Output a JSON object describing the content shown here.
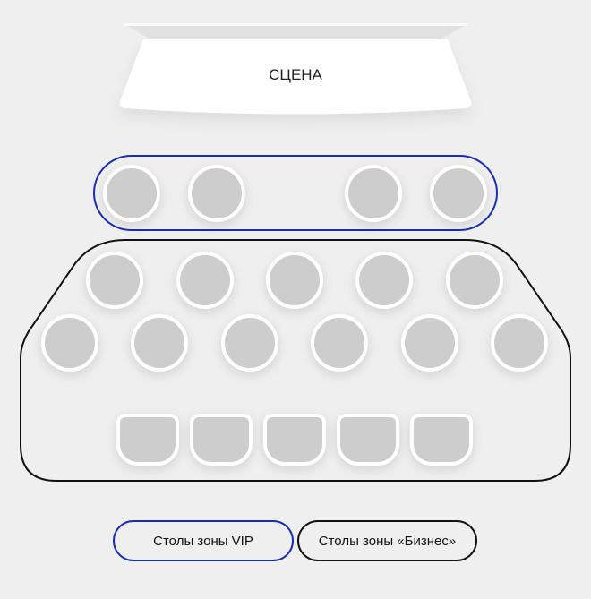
{
  "stage": {
    "label": "СЦЕНА"
  },
  "colors": {
    "vip": "#1a2cb5",
    "business": "#111111",
    "seat": "#cdcdcd",
    "background": "#efefef"
  },
  "vip_tables": 4,
  "business_round_tables": 11,
  "business_square_tables": 5,
  "legend": {
    "vip_label": "Столы зоны VIP",
    "business_label": "Столы зоны «Бизнес»"
  }
}
